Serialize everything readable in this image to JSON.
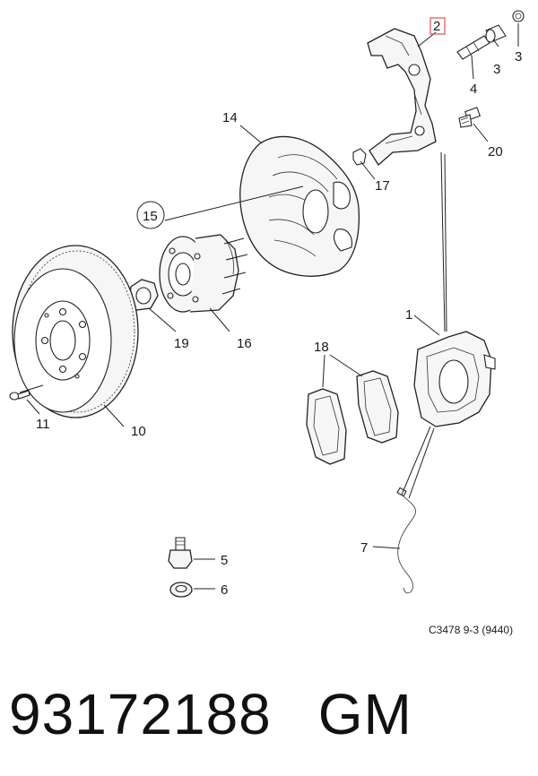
{
  "callouts": {
    "c1": "1",
    "c2": "2",
    "c3a": "3",
    "c3b": "3",
    "c4": "4",
    "c5": "5",
    "c6": "6",
    "c7": "7",
    "c10": "10",
    "c11": "11",
    "c14": "14",
    "c15": "15",
    "c16": "16",
    "c17": "17",
    "c18": "18",
    "c19": "19",
    "c20": "20"
  },
  "reference_code": "C3478 9-3 (9440)",
  "part_number": "93172188",
  "brand": "GM",
  "colors": {
    "highlight_box": "#d9534f",
    "line": "#222222",
    "text": "#111111"
  }
}
